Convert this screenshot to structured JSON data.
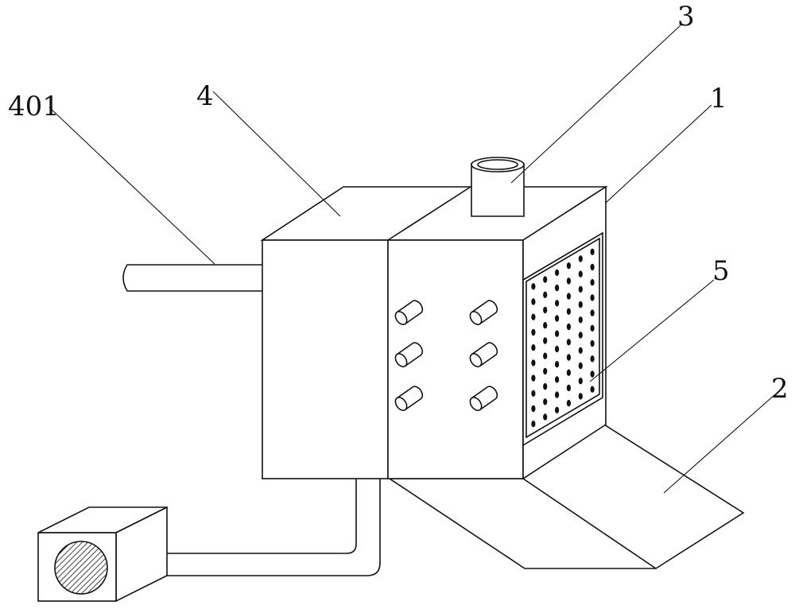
{
  "labels": {
    "outlet_pipe": "401",
    "side_box": "4",
    "top_pipe": "3",
    "main_box": "1",
    "filter_panel": "5",
    "bottom_plate": "2"
  },
  "colors": {
    "line": "#111111",
    "background": "#ffffff"
  }
}
